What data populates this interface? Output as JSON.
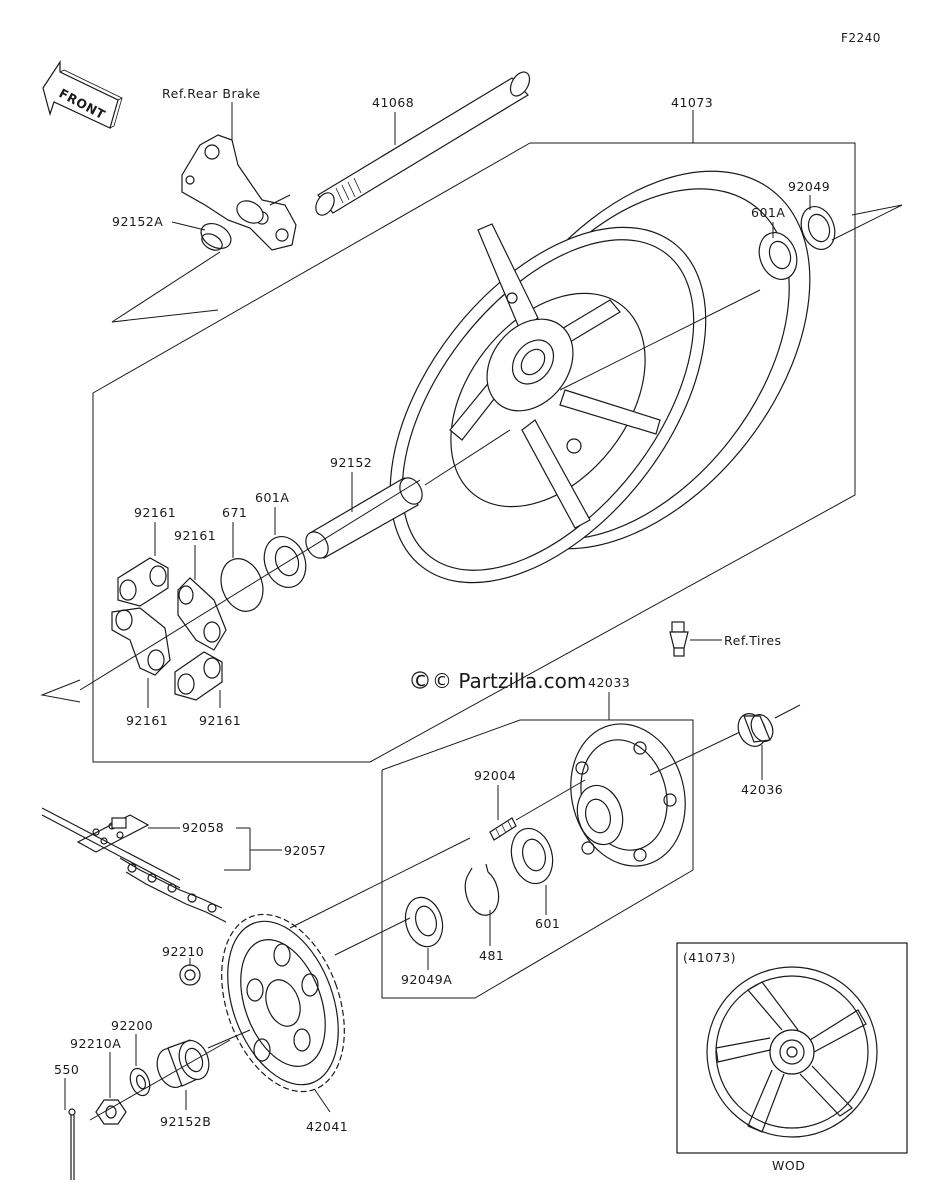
{
  "diagram_code": "F2240",
  "front_label": "FRONT",
  "watermark": "© Partzilla.com",
  "inset": {
    "title": "(41073)",
    "caption": "WOD"
  },
  "refs": {
    "rear_brake": "Ref.Rear Brake",
    "tires": "Ref.Tires"
  },
  "parts": {
    "p41068": "41068",
    "p41073": "41073",
    "p92049": "92049",
    "p601A_top": "601A",
    "p92152A": "92152A",
    "p92152": "92152",
    "p601A_mid": "601A",
    "p671": "671",
    "p92161_a": "92161",
    "p92161_b": "92161",
    "p92161_c": "92161",
    "p92161_d": "92161",
    "p42033": "42033",
    "p42036": "42036",
    "p92004": "92004",
    "p92058": "92058",
    "p92057": "92057",
    "p601": "601",
    "p481": "481",
    "p92049A": "92049A",
    "p92210": "92210",
    "p92200": "92200",
    "p92210A": "92210A",
    "p550": "550",
    "p92152B": "92152B",
    "p42041": "42041"
  }
}
